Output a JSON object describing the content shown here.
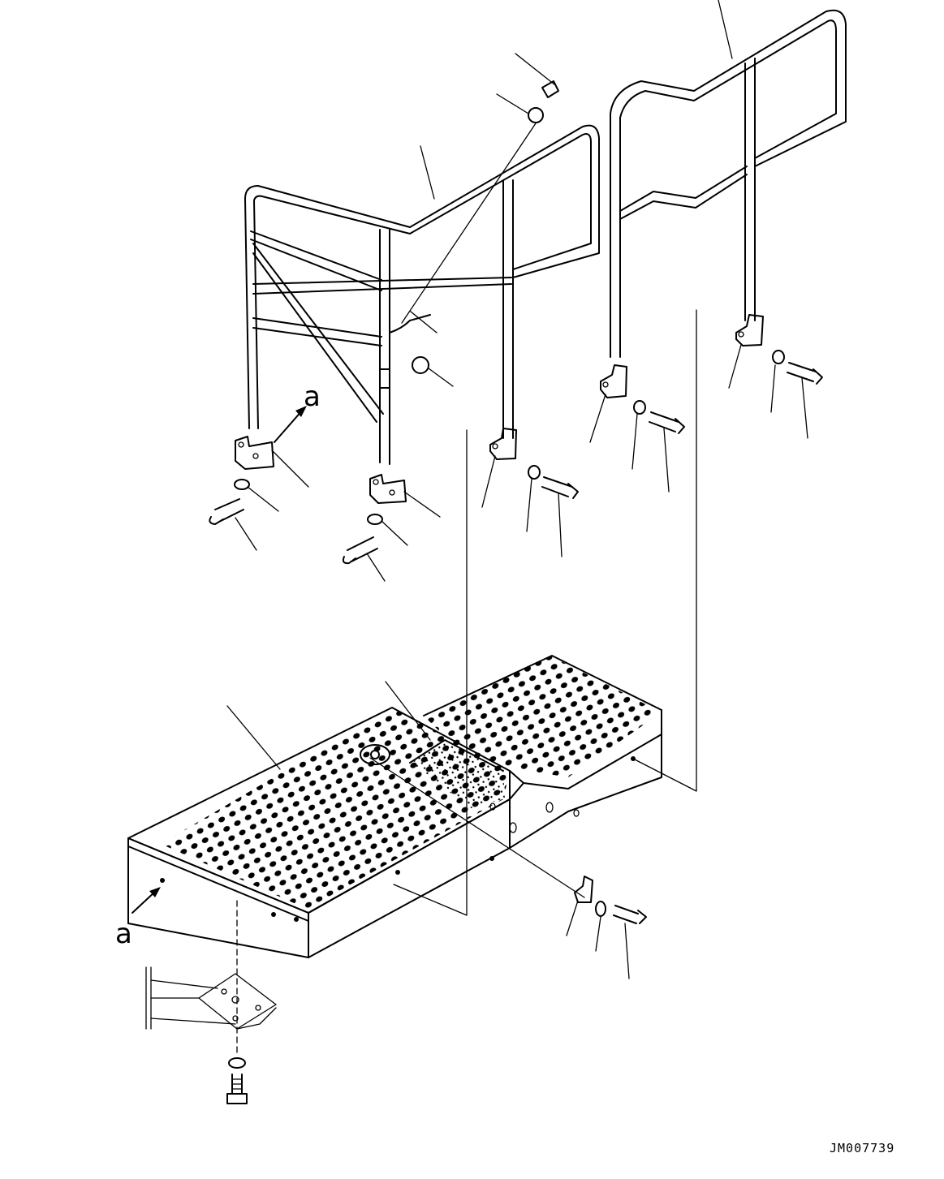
{
  "callouts": {
    "upper_arrow_label": "a",
    "lower_arrow_label": "a"
  },
  "document_id": "JM007739"
}
